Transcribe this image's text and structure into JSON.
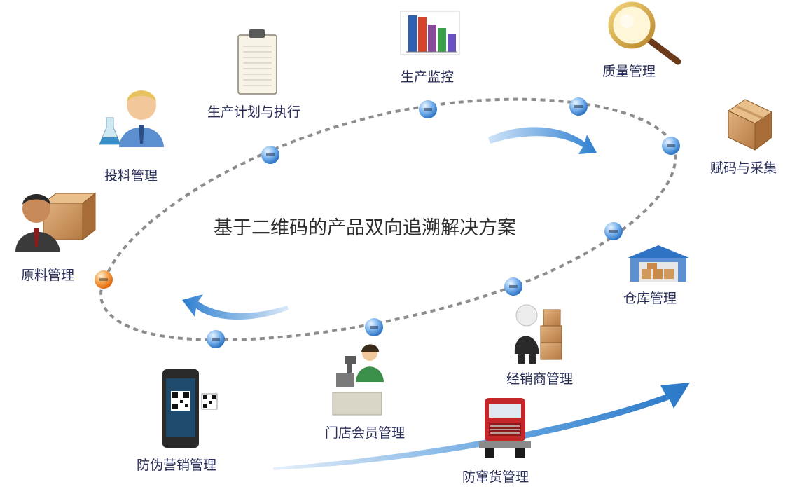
{
  "title": "基于二维码的产品双向追溯解决方案",
  "nodes": [
    {
      "id": "raw",
      "label": "原料管理",
      "icon": "businessman-with-box-icon"
    },
    {
      "id": "feed",
      "label": "投料管理",
      "icon": "scientist-with-flask-icon"
    },
    {
      "id": "plan",
      "label": "生产计划与执行",
      "icon": "clipboard-icon"
    },
    {
      "id": "monitor",
      "label": "生产监控",
      "icon": "bar-chart-icon"
    },
    {
      "id": "quality",
      "label": "质量管理",
      "icon": "magnifier-icon"
    },
    {
      "id": "code",
      "label": "赋码与采集",
      "icon": "cardboard-box-icon"
    },
    {
      "id": "warehouse",
      "label": "仓库管理",
      "icon": "warehouse-icon"
    },
    {
      "id": "dealer",
      "label": "经销商管理",
      "icon": "figure-with-boxes-icon"
    },
    {
      "id": "store",
      "label": "门店会员管理",
      "icon": "cashier-icon"
    },
    {
      "id": "anticounterfeit",
      "label": "防伪营销管理",
      "icon": "smartphone-qr-icon"
    },
    {
      "id": "antiflee",
      "label": "防窜货管理",
      "icon": "truck-icon"
    }
  ],
  "colors": {
    "label": "#2a2f5a",
    "dash": "#8c8c8c",
    "arrow": "#2f7fd0",
    "dot_blue": "#4a90dc",
    "dot_orange": "#f28a1e"
  }
}
